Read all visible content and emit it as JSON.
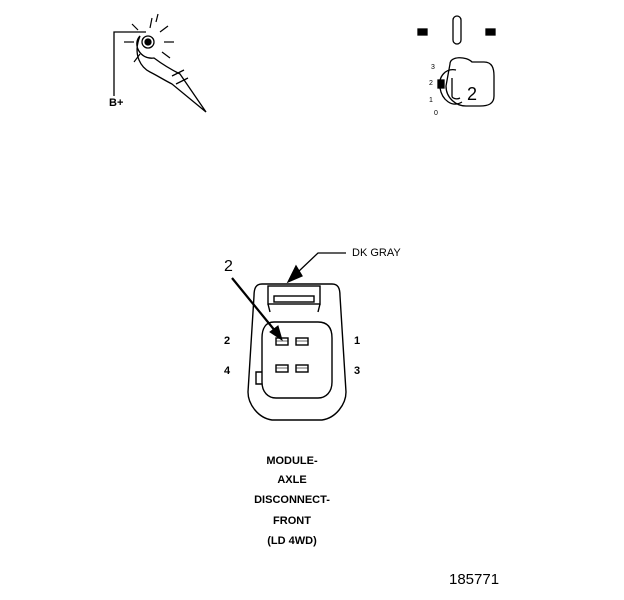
{
  "probe": {
    "supply_label": "B+"
  },
  "key": {
    "selected_position": "2",
    "scale_labels": [
      "3",
      "2",
      "1",
      "0"
    ]
  },
  "connector": {
    "callout_number": "2",
    "color_label": "DK GRAY",
    "pin_labels": {
      "pin1": "1",
      "pin2": "2",
      "pin3": "3",
      "pin4": "4"
    }
  },
  "title_lines": [
    "MODULE-",
    "AXLE",
    "DISCONNECT-",
    "FRONT",
    "(LD 4WD)"
  ],
  "figure_number": "185771",
  "colors": {
    "ink": "#000000",
    "paper": "#ffffff"
  }
}
